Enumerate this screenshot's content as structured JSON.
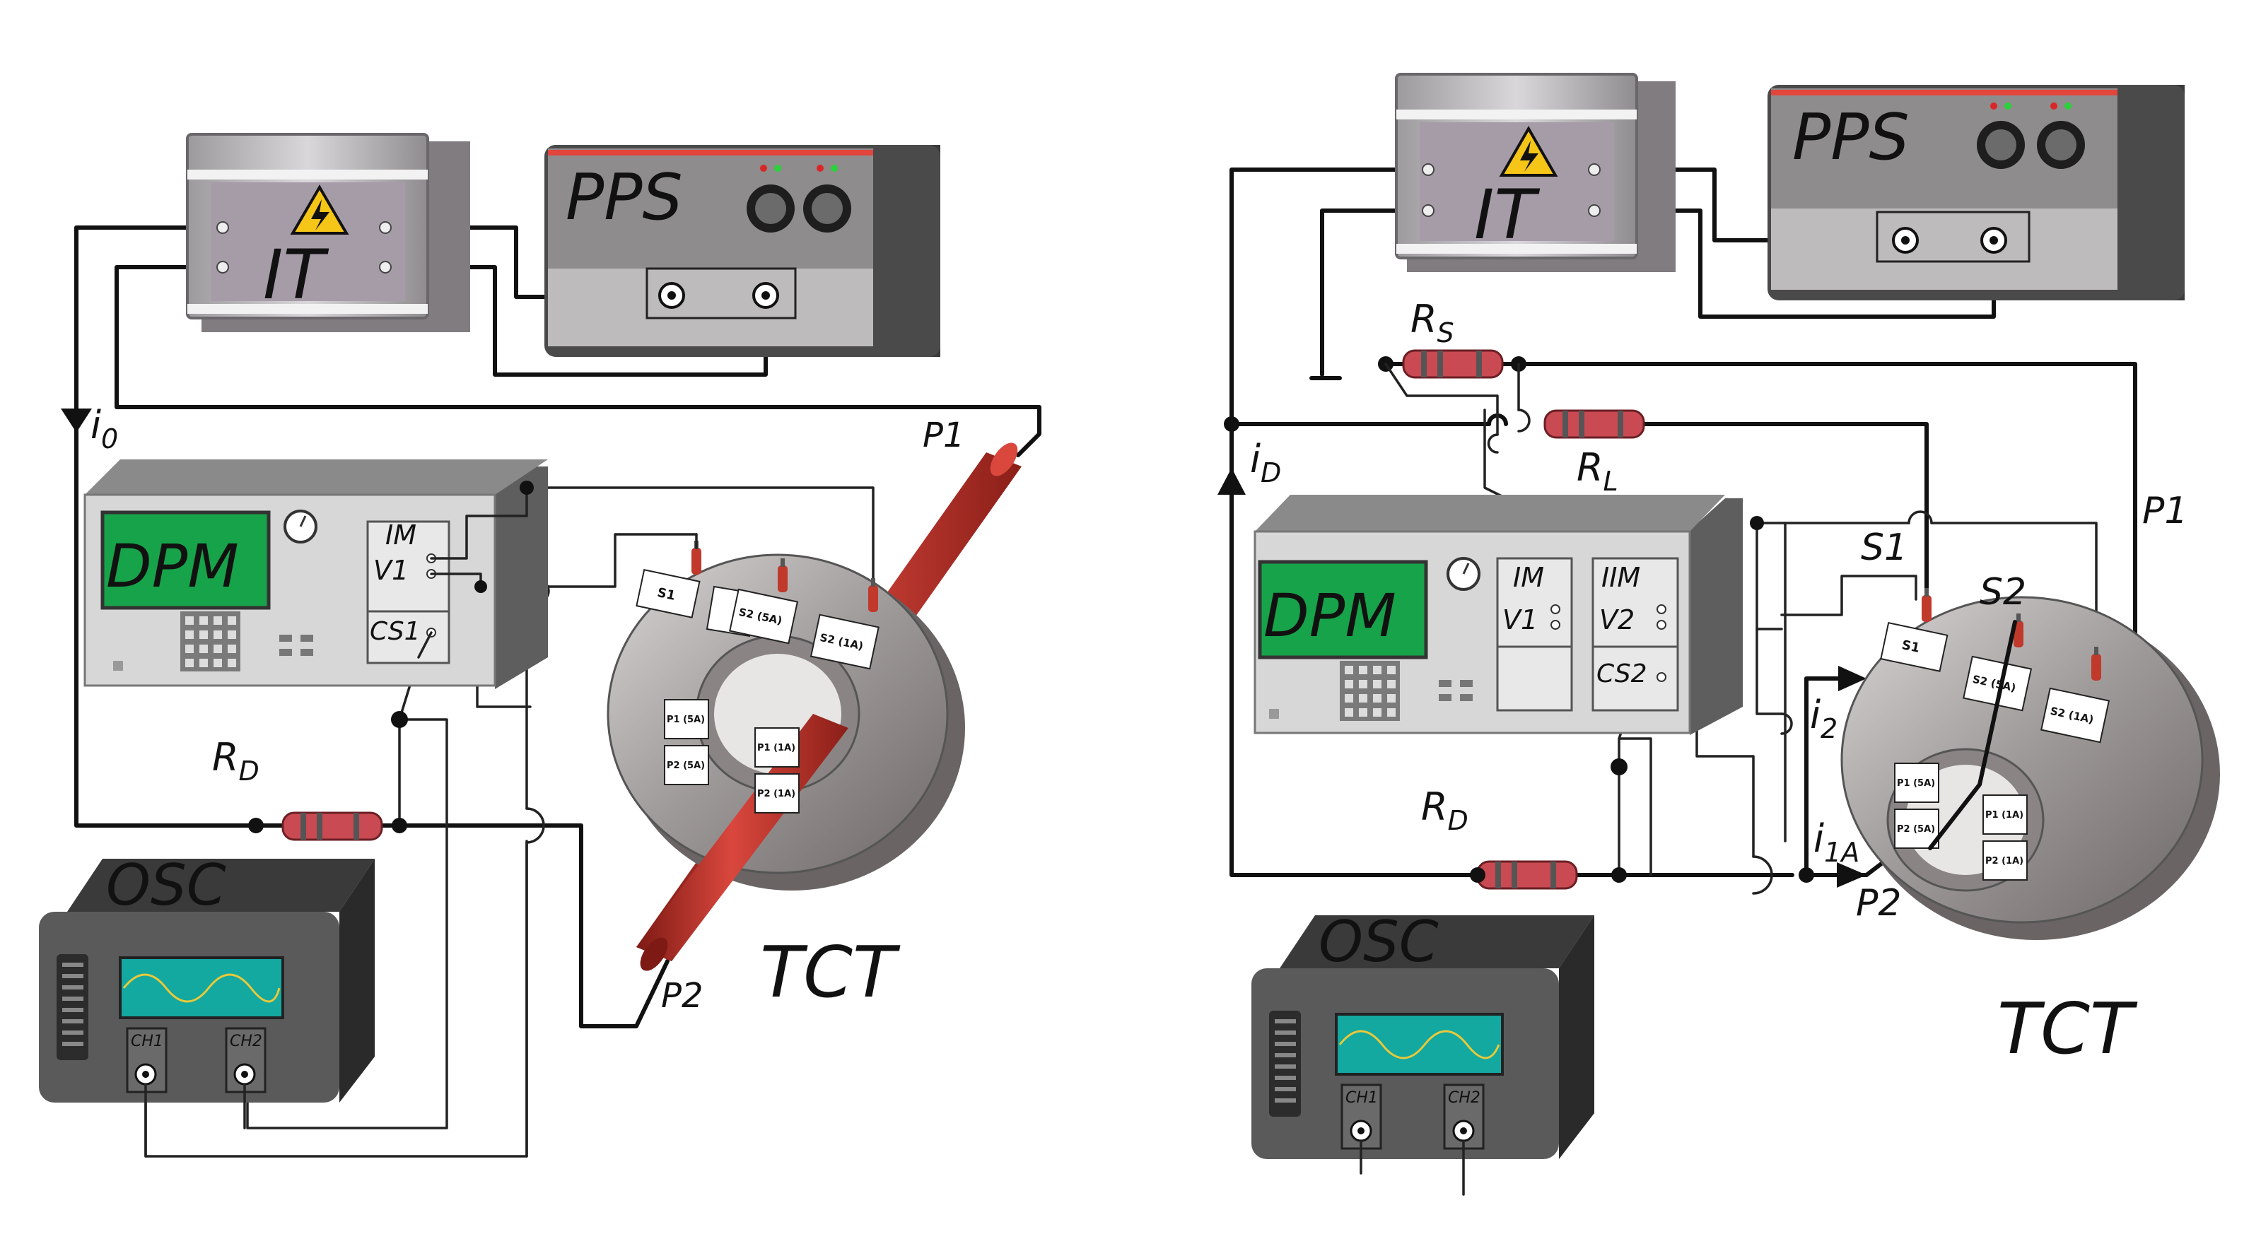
{
  "colors": {
    "wire": "#111111",
    "dpm_screen": "#17a34a",
    "conductor": "#c0392b",
    "osc_screen": "#13a8a0",
    "sine": "#e9c93a",
    "pps_stripe": "#e2453c",
    "warning": "#f5c518"
  },
  "left": {
    "it": {
      "label": "IT",
      "icon": "high-voltage-warning-icon"
    },
    "pps": {
      "label": "PPS"
    },
    "dpm": {
      "label": "DPM",
      "im": "IM",
      "v1": "V1",
      "cs": "CS1"
    },
    "osc": {
      "label": "OSC",
      "ch1": "CH1",
      "ch2": "CH2"
    },
    "tct": {
      "label": "TCT",
      "tags_outer": [
        "S1",
        "S2 (5A)",
        "S2 (1A)"
      ],
      "tags_inner": [
        "P1 (5A)",
        "P2 (5A)",
        "P1 (1A)",
        "P2 (1A)"
      ]
    },
    "labels": {
      "i0_main": "i",
      "i0_sub": "0",
      "rd_main": "R",
      "rd_sub": "D",
      "p1": "P1",
      "p2": "P2"
    }
  },
  "right": {
    "it": {
      "label": "IT",
      "icon": "high-voltage-warning-icon"
    },
    "pps": {
      "label": "PPS"
    },
    "dpm": {
      "label": "DPM",
      "im": "IM",
      "v1": "V1",
      "iim": "IIM",
      "v2": "V2",
      "cs": "CS2"
    },
    "osc": {
      "label": "OSC",
      "ch1": "CH1",
      "ch2": "CH2"
    },
    "tct": {
      "label": "TCT",
      "tags_outer": [
        "S1",
        "S2 (5A)",
        "S2 (1A)"
      ],
      "tags_inner": [
        "P1 (5A)",
        "P2 (5A)",
        "P1 (1A)",
        "P2 (1A)"
      ]
    },
    "labels": {
      "rs_main": "R",
      "rs_sub": "S",
      "rl_main": "R",
      "rl_sub": "L",
      "id_main": "i",
      "id_sub": "D",
      "rd_main": "R",
      "rd_sub": "D",
      "i2_main": "i",
      "i2_sub": "2",
      "i1a_main": "i",
      "i1a_sub": "1A",
      "s1": "S1",
      "s2": "S2",
      "p1": "P1",
      "p2": "P2"
    }
  }
}
